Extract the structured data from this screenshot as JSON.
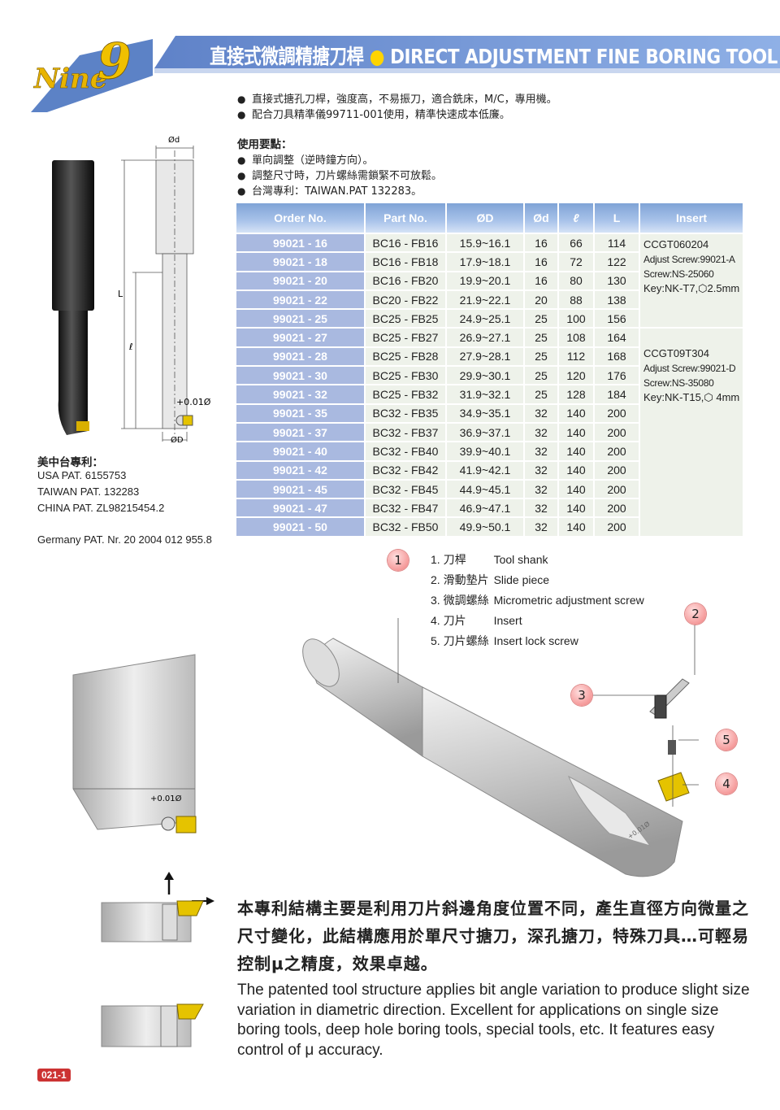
{
  "header": {
    "brand": "Nine9",
    "title_cn": "直接式微調精搪刀桿",
    "title_en": "DIRECT ADJUSTMENT FINE BORING TOOL"
  },
  "intro_bullets": [
    "直接式搪孔刀桿，強度高，不易振刀，適合銑床，M/C，專用機。",
    "配合刀具精準儀99711-001使用，精準快速成本低廉。"
  ],
  "usage": {
    "title": "使用要點：",
    "bullets": [
      "單向調整（逆時鐘方向）。",
      "調整尺寸時，刀片螺絲需鎖緊不可放鬆。",
      "台灣專利：TAIWAN.PAT 132283。"
    ]
  },
  "drawing_labels": {
    "od": "Ød",
    "L": "L",
    "l": "ℓ",
    "tol": "+0.01Ø",
    "OD": "ØD",
    "tol2": "+0.01Ø"
  },
  "table": {
    "headers": [
      "Order No.",
      "Part No.",
      "ØD",
      "Ød",
      "ℓ",
      "L",
      "Insert"
    ],
    "rows": [
      [
        "99021 - 16",
        "BC16 - FB16",
        "15.9~16.1",
        "16",
        "66",
        "114"
      ],
      [
        "99021 - 18",
        "BC16 - FB18",
        "17.9~18.1",
        "16",
        "72",
        "122"
      ],
      [
        "99021 - 20",
        "BC16 - FB20",
        "19.9~20.1",
        "16",
        "80",
        "130"
      ],
      [
        "99021 - 22",
        "BC20 - FB22",
        "21.9~22.1",
        "20",
        "88",
        "138"
      ],
      [
        "99021 - 25",
        "BC25 - FB25",
        "24.9~25.1",
        "25",
        "100",
        "156"
      ],
      [
        "99021 - 27",
        "BC25 - FB27",
        "26.9~27.1",
        "25",
        "108",
        "164"
      ],
      [
        "99021 - 28",
        "BC25 - FB28",
        "27.9~28.1",
        "25",
        "112",
        "168"
      ],
      [
        "99021 - 30",
        "BC25 - FB30",
        "29.9~30.1",
        "25",
        "120",
        "176"
      ],
      [
        "99021 - 32",
        "BC25 - FB32",
        "31.9~32.1",
        "25",
        "128",
        "184"
      ],
      [
        "99021 - 35",
        "BC32 - FB35",
        "34.9~35.1",
        "32",
        "140",
        "200"
      ],
      [
        "99021 - 37",
        "BC32 - FB37",
        "36.9~37.1",
        "32",
        "140",
        "200"
      ],
      [
        "99021 - 40",
        "BC32 - FB40",
        "39.9~40.1",
        "32",
        "140",
        "200"
      ],
      [
        "99021 - 42",
        "BC32 - FB42",
        "41.9~42.1",
        "32",
        "140",
        "200"
      ],
      [
        "99021 - 45",
        "BC32 - FB45",
        "44.9~45.1",
        "32",
        "140",
        "200"
      ],
      [
        "99021 - 47",
        "BC32 - FB47",
        "46.9~47.1",
        "32",
        "140",
        "200"
      ],
      [
        "99021 - 50",
        "BC32 - FB50",
        "49.9~50.1",
        "32",
        "140",
        "200"
      ]
    ],
    "insert_groups": [
      [
        "CCGT060204",
        "Adjust Screw:99021-A",
        "Screw:NS-25060",
        "Key:NK-T7,⬡2.5mm"
      ],
      [
        "CCGT09T304",
        "Adjust Screw:99021-D",
        "Screw:NS-35080",
        "Key:NK-T15,⬡ 4mm"
      ]
    ]
  },
  "patents": {
    "title": "美中台專利：",
    "lines": [
      "USA  PAT.  6155753",
      "TAIWAN  PAT.  132283",
      "CHINA  PAT.  ZL98215454.2"
    ],
    "germany": "Germany PAT. Nr. 20 2004 012 955.8"
  },
  "parts": [
    {
      "num": "1",
      "cn": "刀桿",
      "en": "Tool shank"
    },
    {
      "num": "2",
      "cn": "滑動墊片",
      "en": "Slide piece"
    },
    {
      "num": "3",
      "cn": "微調螺絲",
      "en": "Micrometric adjustment screw"
    },
    {
      "num": "4",
      "cn": "刀片",
      "en": "Insert"
    },
    {
      "num": "5",
      "cn": "刀片螺絲",
      "en": "Insert lock screw"
    }
  ],
  "description": {
    "cn": "本專利結構主要是利用刀片斜邊角度位置不同，產生直徑方向微量之尺寸變化，此結構應用於單尺寸搪刀，深孔搪刀，特殊刀具…可輕易控制μ之精度，效果卓越。",
    "en": "The patented tool structure applies bit angle variation to produce slight size variation in diametric direction. Excellent for applications on single size boring tools, deep hole boring tools, special tools, etc. It features easy control of μ accuracy."
  },
  "page_number": "021-1",
  "colors": {
    "banner": "#6f8fd0",
    "order_cell": "#a9b9e0",
    "data_cell": "#eef2ea",
    "callout": "#f59a9a",
    "accent_dot": "#ffd400"
  }
}
